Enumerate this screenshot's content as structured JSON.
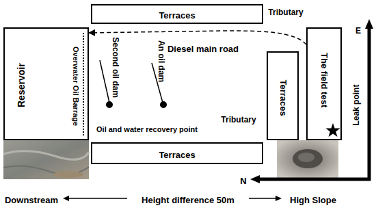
{
  "diagram": {
    "nodes": [
      {
        "text": [
          "Terraces"
        ]
      },
      {
        "text": [
          "Reservoir",
          "Overwater Oil Barrage"
        ]
      },
      {
        "text": [
          "Terraces"
        ]
      },
      {
        "text": [
          "The field test"
        ]
      },
      {
        "text": [
          "Terraces"
        ]
      }
    ],
    "edges": [
      {
        "from": 3,
        "to": 1,
        "arrow": "to",
        "label": "Diesel main road"
      }
    ],
    "labels": [
      "Tributary",
      "E",
      "Second oil dam",
      "An oil dam",
      "Leak point",
      "Tributary",
      "Oil and water recovery point",
      "N",
      "Downstream",
      "Height difference 50m",
      "High Slope"
    ]
  }
}
